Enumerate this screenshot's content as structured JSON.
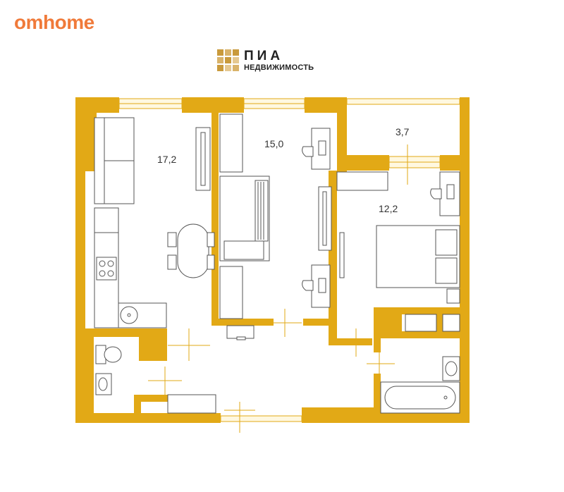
{
  "brand": {
    "name": "omhome",
    "color": "#f07a3a"
  },
  "logo": {
    "icon": "building-grid-icon",
    "title": "ПИА",
    "subtitle": "НЕДВИЖИМОСТЬ",
    "color": "#c99a3c"
  },
  "plan": {
    "wall_color": "#e2a916",
    "rooms": [
      {
        "id": "kitchen-living",
        "area": "17,2"
      },
      {
        "id": "room-middle",
        "area": "15,0"
      },
      {
        "id": "balcony",
        "area": "3,7"
      },
      {
        "id": "bedroom",
        "area": "12,2"
      }
    ]
  }
}
